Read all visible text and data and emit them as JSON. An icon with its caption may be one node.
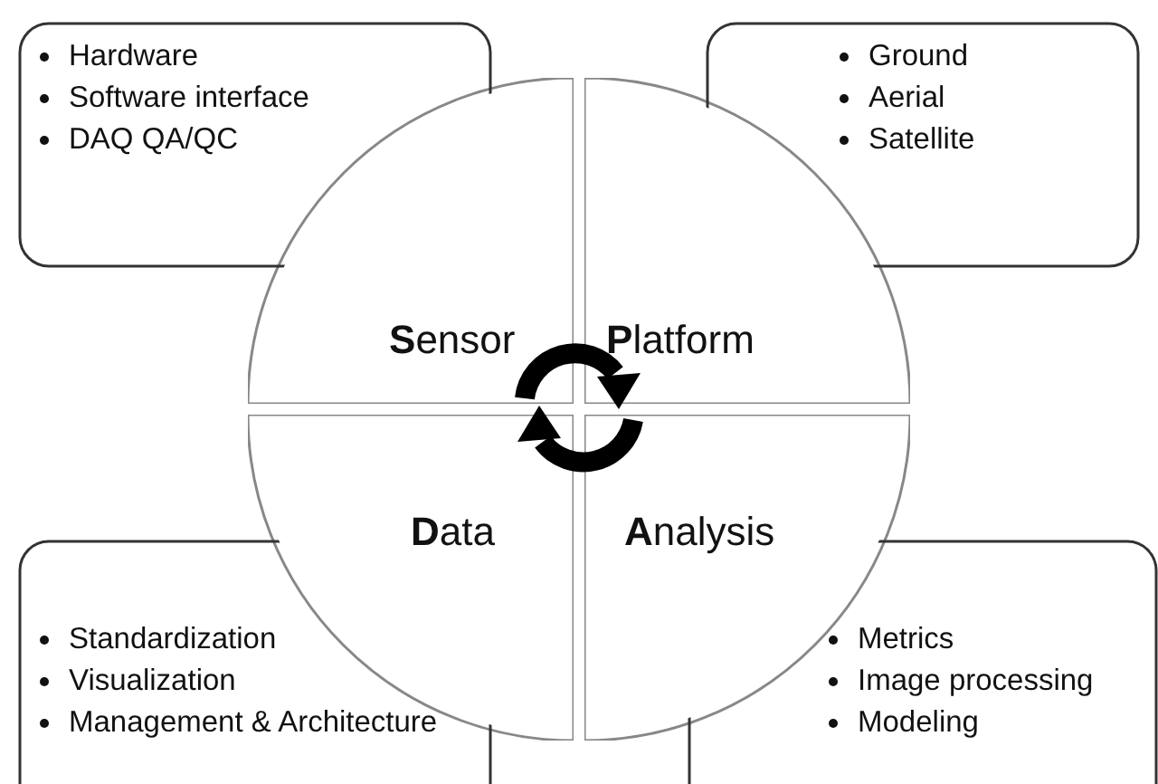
{
  "diagram": {
    "nodes": [
      {
        "text": [
          "**S**ensor"
        ]
      },
      {
        "text": [
          "**P**latform"
        ]
      },
      {
        "text": [
          "**D**ata"
        ]
      },
      {
        "text": [
          "**A**nalysis"
        ]
      },
      {
        "text": [
          "Hardware",
          "Software interface",
          "DAQ QA/QC"
        ]
      },
      {
        "text": [
          "Ground",
          "Aerial",
          "Satellite"
        ]
      },
      {
        "text": [
          "Standardization",
          "Visualization",
          "Management & Architecture"
        ]
      },
      {
        "text": [
          "Metrics",
          "Image processing",
          "Modeling"
        ]
      }
    ],
    "edges": []
  }
}
